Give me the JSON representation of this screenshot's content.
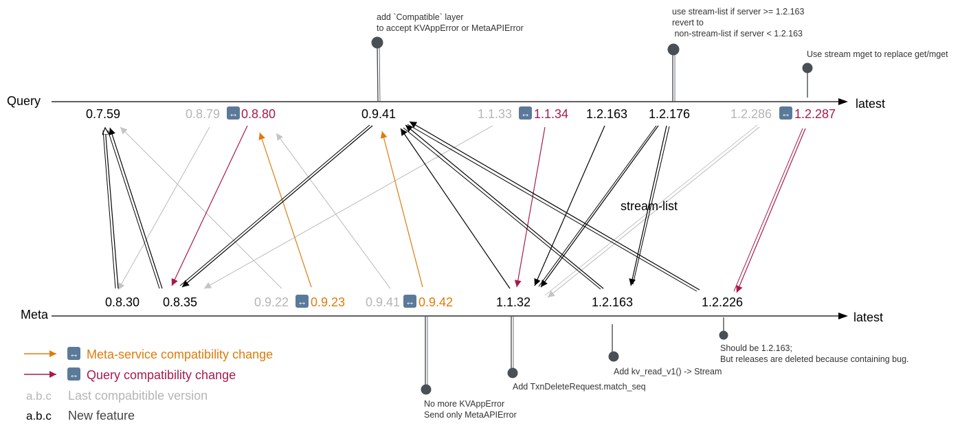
{
  "axes": {
    "query": {
      "label": "Query",
      "end_label": "latest"
    },
    "meta": {
      "label": "Meta",
      "end_label": "latest"
    }
  },
  "colors": {
    "new_feature": "#000000",
    "last_compatible": "#b5b5b5",
    "meta_compat": "#e07b0c",
    "query_compat": "#a8194b",
    "note_pin": "#4a4f55",
    "swap_icon_bg": "#5b7a99"
  },
  "query_versions": [
    {
      "id": "q0759",
      "text": "0.7.59",
      "kind": "new_feature"
    },
    {
      "id": "q0879",
      "text": "0.8.79",
      "kind": "last_compatible"
    },
    {
      "id": "q0880",
      "text": "0.8.80",
      "kind": "query_compat"
    },
    {
      "id": "q0941",
      "text": "0.9.41",
      "kind": "new_feature"
    },
    {
      "id": "q1133",
      "text": "1.1.33",
      "kind": "last_compatible"
    },
    {
      "id": "q1134",
      "text": "1.1.34",
      "kind": "query_compat"
    },
    {
      "id": "q12163",
      "text": "1.2.163",
      "kind": "new_feature"
    },
    {
      "id": "q12176",
      "text": "1.2.176",
      "kind": "new_feature"
    },
    {
      "id": "q12286",
      "text": "1.2.286",
      "kind": "last_compatible"
    },
    {
      "id": "q12287",
      "text": "1.2.287",
      "kind": "query_compat"
    }
  ],
  "meta_versions": [
    {
      "id": "m0830",
      "text": "0.8.30",
      "kind": "new_feature"
    },
    {
      "id": "m0835",
      "text": "0.8.35",
      "kind": "new_feature"
    },
    {
      "id": "m0922",
      "text": "0.9.22",
      "kind": "last_compatible"
    },
    {
      "id": "m0923",
      "text": "0.9.23",
      "kind": "meta_compat"
    },
    {
      "id": "m0941",
      "text": "0.9.41",
      "kind": "last_compatible"
    },
    {
      "id": "m0942",
      "text": "0.9.42",
      "kind": "meta_compat"
    },
    {
      "id": "m1132",
      "text": "1.1.32",
      "kind": "new_feature"
    },
    {
      "id": "m12163",
      "text": "1.2.163",
      "kind": "new_feature"
    },
    {
      "id": "m12226",
      "text": "1.2.226",
      "kind": "new_feature"
    }
  ],
  "edge_label": "stream-list",
  "notes": {
    "compatible_layer": [
      "add `Compatible` layer",
      "to accept KVAppError or MetaAPIError"
    ],
    "stream_list": [
      "use stream-list if server >= 1.2.163",
      "revert to",
      " non-stream-list if server < 1.2.163"
    ],
    "stream_mget": [
      "Use stream mget to replace get/mget"
    ],
    "no_kvapperror": [
      "No more KVAppError",
      "Send only MetaAPIError"
    ],
    "txn_delete": [
      "Add TxnDeleteRequest.match_seq"
    ],
    "kv_read": [
      "Add kv_read_v1() -> Stream"
    ],
    "should_be": [
      "Should be 1.2.163;",
      "But releases are deleted because containing bug."
    ]
  },
  "legend": {
    "meta_compat": "Meta-service compatibility change",
    "query_compat": "Query compatibility change",
    "last_compat_sample": "a.b.c",
    "last_compat": "Last compabitible version",
    "new_feature_sample": "a.b.c",
    "new_feature": "New feature",
    "swap_glyph": "↔"
  }
}
